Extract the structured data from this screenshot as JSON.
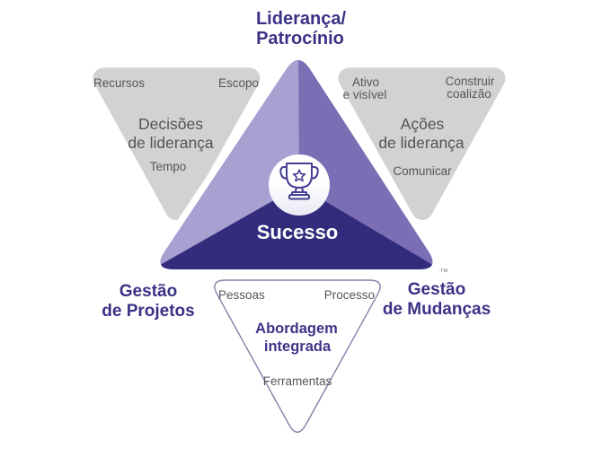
{
  "diagram": {
    "title": {
      "line1": "Liderança/",
      "line2": "Patrocínio"
    },
    "center": {
      "label": "Sucesso",
      "icon": "trophy-icon"
    },
    "left_triangle": {
      "corner_top_left": "Recursos",
      "corner_top_right": "Escopo",
      "heading_line1": "Decisões",
      "heading_line2": "de liderança",
      "corner_bottom": "Tempo"
    },
    "right_triangle": {
      "corner_top_left_line1": "Ativo",
      "corner_top_left_line2": "e visível",
      "corner_top_right_line1": "Construir",
      "corner_top_right_line2": "coalizão",
      "heading_line1": "Ações",
      "heading_line2": "de liderança",
      "corner_bottom": "Comunicar"
    },
    "bottom_triangle": {
      "corner_top_left": "Pessoas",
      "corner_top_right": "Processo",
      "heading_line1": "Abordagem",
      "heading_line2": "integrada",
      "corner_bottom": "Ferramentas"
    },
    "bottom_left_label": {
      "line1": "Gestão",
      "line2": "de Projetos"
    },
    "bottom_right_label": {
      "line1": "Gestão",
      "line2": "de Mudanças"
    },
    "trademark": "™",
    "colors": {
      "brand_purple": "#3b3286",
      "wedge_light": "#a8a0d1",
      "wedge_medium": "#7c6eb4",
      "wedge_dark": "#332c7d",
      "gray_triangle_fill": "#d2d2d2",
      "gray_text": "#54565b",
      "bottom_triangle_outline": "#8282a8",
      "trophy_stroke": "#453d92",
      "success_text": "#ffffff"
    }
  }
}
